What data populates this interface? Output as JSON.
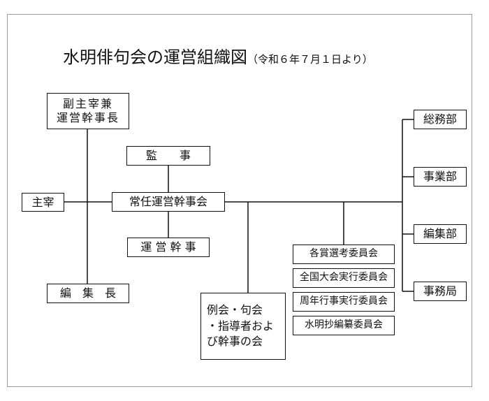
{
  "title": {
    "main": "水明俳句会の運営組織図",
    "sub": "（令和６年７月１日より）"
  },
  "boxes": {
    "vice_chief": "副主宰兼\n運営幹事長",
    "auditor": "監　　事",
    "chief": "主宰",
    "standing_committee": "常任運営幹事会",
    "managing_director": "運 営 幹 事",
    "editor_in_chief": "編　集　長",
    "meetings": "例会・句会\n・指導者およ\nび幹事の会",
    "awards_committee": "各賞選考委員会",
    "national_convention_committee": "全国大会実行委員会",
    "anniversary_committee": "周年行事実行委員会",
    "anthology_committee": "水明抄編纂委員会",
    "general_affairs": "総務部",
    "business": "事業部",
    "editorial": "編集部",
    "secretariat": "事務局"
  }
}
